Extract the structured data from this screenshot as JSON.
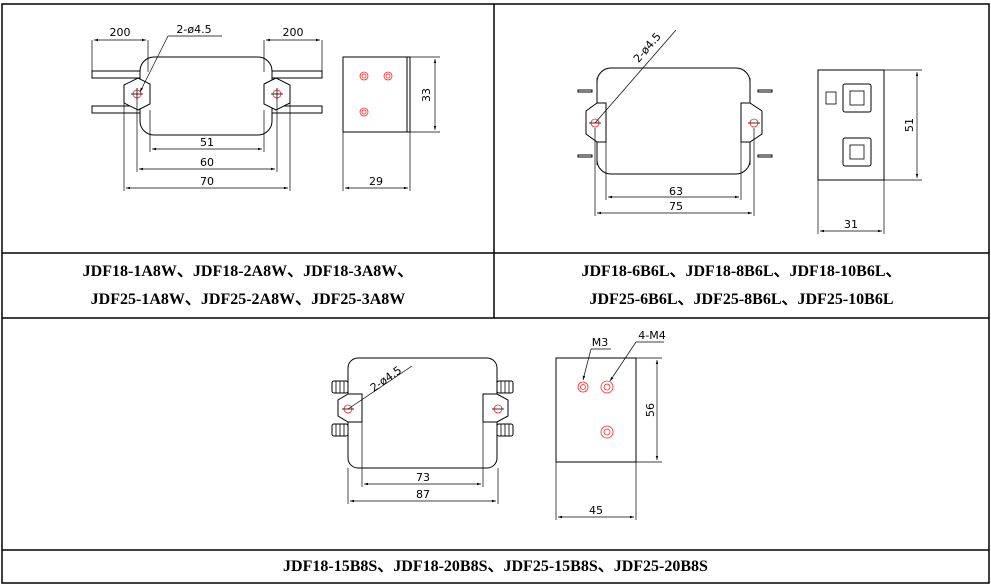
{
  "panels": [
    {
      "models_line1": "JDF18-1A8W、JDF18-2A8W、JDF18-3A8W、",
      "models_line2": "JDF25-1A8W、JDF25-2A8W、JDF25-3A8W",
      "dims": {
        "lead_left": "200",
        "lead_right": "200",
        "hole": "2-ø4.5",
        "d51": "51",
        "d60": "60",
        "d70": "70",
        "height": "33",
        "depth": "29"
      }
    },
    {
      "models_line1": "JDF18-6B6L、JDF18-8B6L、JDF18-10B6L、",
      "models_line2": "JDF25-6B6L、JDF25-8B6L、JDF25-10B6L",
      "dims": {
        "hole": "2-ø4.5",
        "d63": "63",
        "d75": "75",
        "height": "51",
        "depth": "31"
      }
    },
    {
      "models_line1": "JDF18-15B8S、JDF18-20B8S、JDF25-15B8S、JDF25-20B8S",
      "dims": {
        "hole": "2-ø4.5",
        "d73": "73",
        "d87": "87",
        "m3": "M3",
        "m4": "4-M4",
        "height": "56",
        "depth": "45"
      }
    }
  ]
}
